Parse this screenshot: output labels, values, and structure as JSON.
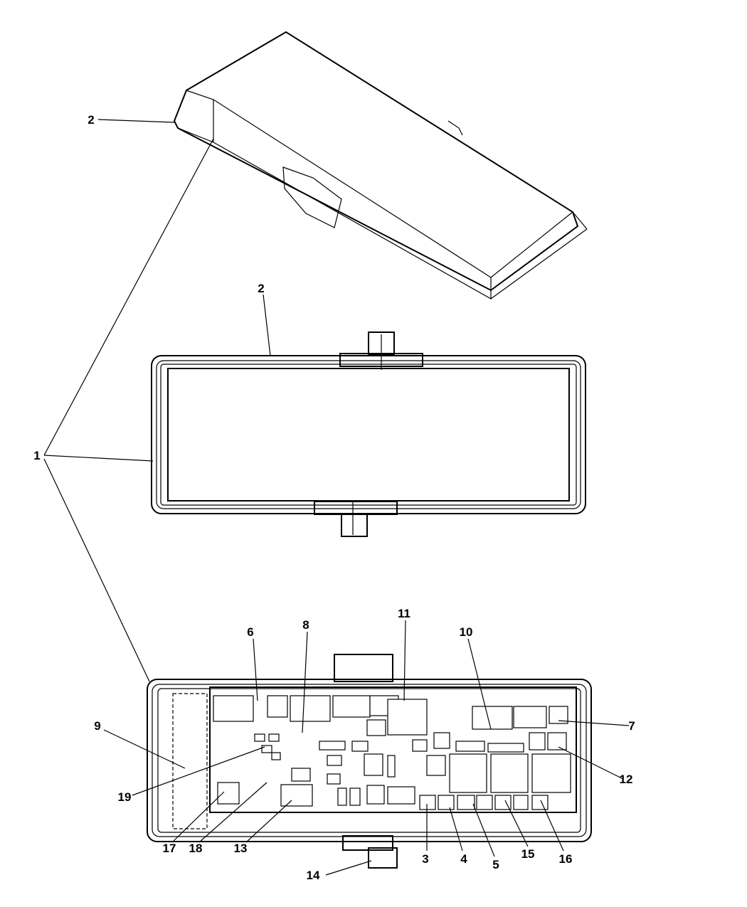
{
  "diagram": {
    "title": "Power Distribution Center assembly",
    "callouts": [
      "2",
      "2",
      "1",
      "6",
      "8",
      "11",
      "10",
      "7",
      "9",
      "12",
      "19",
      "17",
      "18",
      "13",
      "3",
      "4",
      "5",
      "15",
      "16",
      "14"
    ]
  }
}
